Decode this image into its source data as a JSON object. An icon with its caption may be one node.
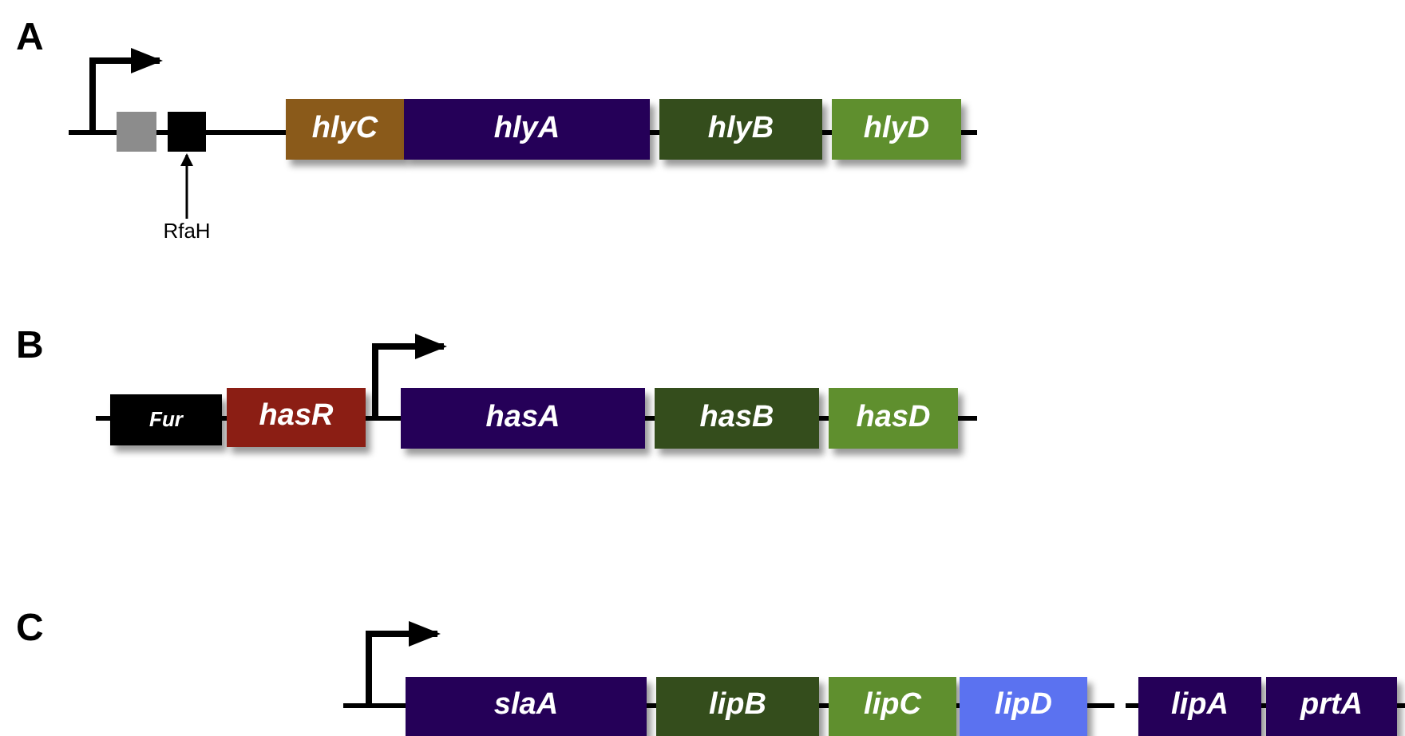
{
  "diagram": {
    "nodes": [
      {
        "text": [],
        "shape": "box"
      },
      {
        "text": [],
        "shape": "box"
      },
      {
        "text": [
          "hlyC"
        ]
      },
      {
        "text": [
          "hlyA"
        ]
      },
      {
        "text": [
          "hlyB"
        ]
      },
      {
        "text": [
          "hlyD"
        ]
      },
      {
        "text": [
          "RfaH"
        ]
      },
      {
        "text": [
          "Fur"
        ]
      },
      {
        "text": [
          "hasR"
        ]
      },
      {
        "text": [
          "hasA"
        ]
      },
      {
        "text": [
          "hasB"
        ]
      },
      {
        "text": [
          "hasD"
        ]
      },
      {
        "text": [
          "slaA"
        ]
      },
      {
        "text": [
          "lipB"
        ]
      },
      {
        "text": [
          "lipC"
        ]
      },
      {
        "text": [
          "lipD"
        ]
      },
      {
        "text": [
          "lipA"
        ]
      },
      {
        "text": [
          "prtA"
        ]
      }
    ],
    "edges": [
      {
        "from": 6,
        "to": 1,
        "arrow": "to"
      }
    ],
    "labels": [
      "A",
      "B",
      "C"
    ]
  }
}
